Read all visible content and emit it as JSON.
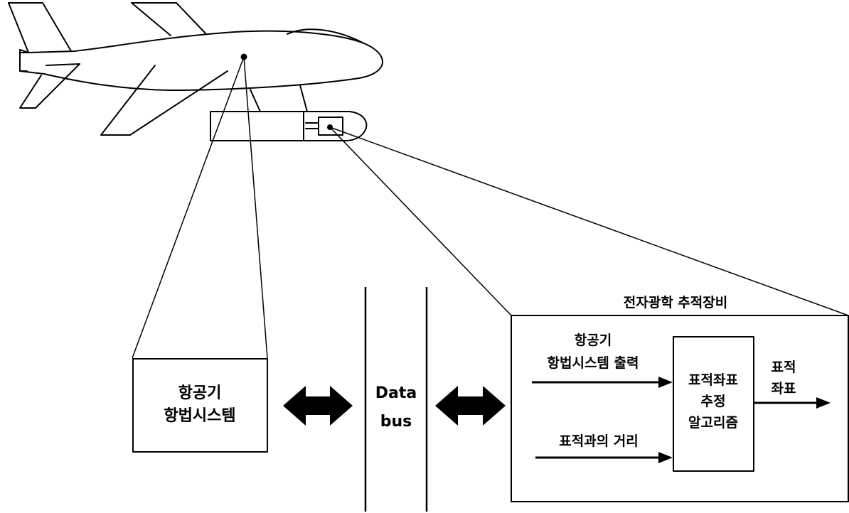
{
  "nav_system_box": {
    "line1": "항공기",
    "line2": "항법시스템"
  },
  "data_bus": {
    "line1": "Data",
    "line2": "bus"
  },
  "eo_tracker": {
    "title": "전자광학 추적장비",
    "input_nav_line1": "항공기",
    "input_nav_line2": "항법시스템 출력",
    "input_range": "표적과의 거리",
    "algorithm_line1": "표적좌표",
    "algorithm_line2": "추정",
    "algorithm_line3": "알고리즘",
    "output_line1": "표적",
    "output_line2": "좌표"
  }
}
